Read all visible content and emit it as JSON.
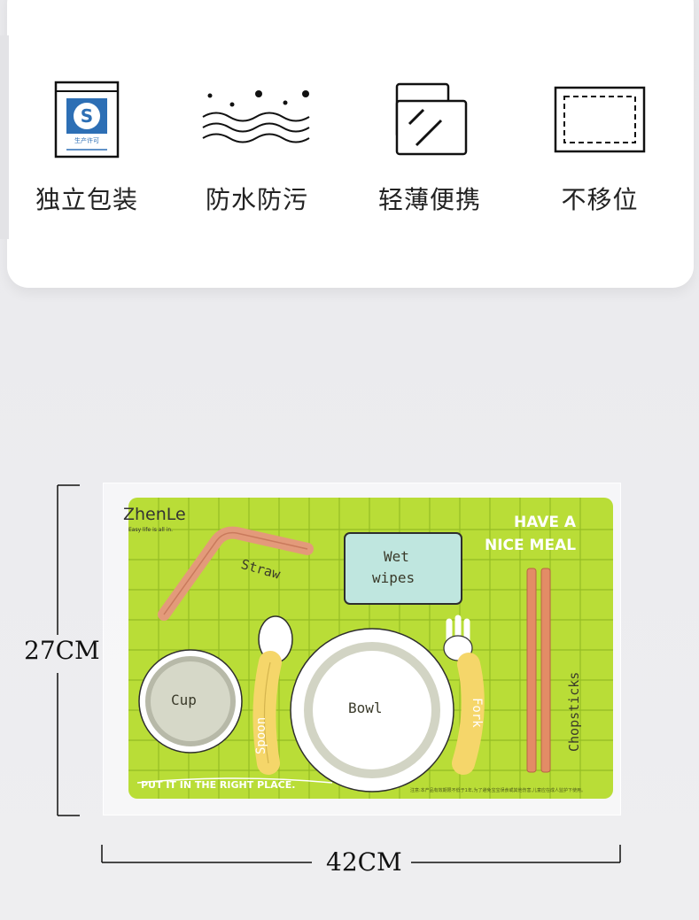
{
  "features": [
    {
      "icon": "qs-certification-icon",
      "label": "独立包装"
    },
    {
      "icon": "waterproof-icon",
      "label": "防水防污"
    },
    {
      "icon": "thin-light-icon",
      "label": "轻薄便携"
    },
    {
      "icon": "no-slip-icon",
      "label": "不移位"
    }
  ],
  "dimensions": {
    "height": "27CM",
    "width": "42CM"
  },
  "mat": {
    "brand": "ZhenLe",
    "slogan": "Easy life is all in.",
    "headline_1": "HAVE A",
    "headline_2": "NICE MEAL",
    "labels": {
      "straw": "Straw",
      "wipes_1": "Wet",
      "wipes_2": "wipes",
      "cup": "Cup",
      "spoon": "Spoon",
      "bowl": "Bowl",
      "fork": "Fork",
      "chopsticks": "Chopsticks"
    },
    "footer": "PUT IT IN THE RIGHT PLACE.",
    "notice": "注意:本产品有效期限不低于1年,为了避免宝宝误食或其他伤害,儿童应在成人监护下使用。"
  },
  "colors": {
    "mat_green": "#b9dd37",
    "grid_line": "#8fb520",
    "peach": "#e8a07c",
    "butter": "#f5d66a",
    "mint": "#bfe6df"
  }
}
